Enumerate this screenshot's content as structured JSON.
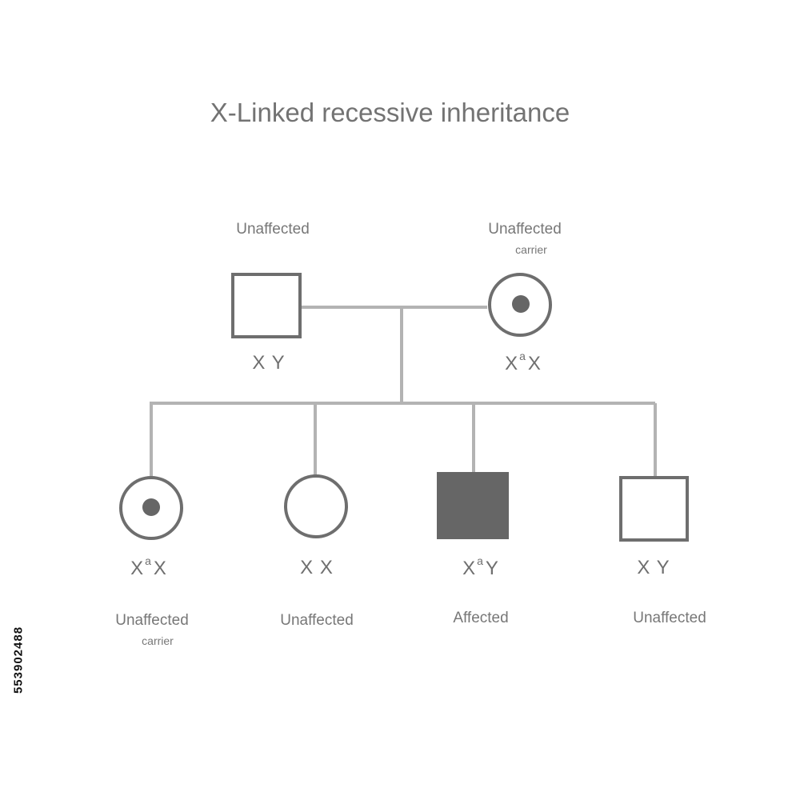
{
  "title": "X-Linked recessive inheritance",
  "colors": {
    "line": "#b3b3b3",
    "symbol": "#6e6e6e",
    "fill": "#666666",
    "text": "#777777"
  },
  "parents": {
    "father": {
      "status": "Unaffected",
      "note": "",
      "allele": "",
      "genotype_rest": "X  Y"
    },
    "mother": {
      "status": "Unaffected",
      "note": "carrier",
      "allele": "a",
      "genotype_rest": "X",
      "genotype_prefix": "X"
    }
  },
  "children": [
    {
      "sex": "female",
      "phenotype": "carrier",
      "prefix": "X",
      "allele": "a",
      "rest": "X",
      "status": "Unaffected",
      "note": "carrier"
    },
    {
      "sex": "female",
      "phenotype": "unaffected",
      "prefix": "X  X",
      "allele": "",
      "rest": "",
      "status": "Unaffected",
      "note": ""
    },
    {
      "sex": "male",
      "phenotype": "affected",
      "prefix": "X",
      "allele": "a",
      "rest": "Y",
      "status": "Affected",
      "note": ""
    },
    {
      "sex": "male",
      "phenotype": "unaffected",
      "prefix": "X  Y",
      "allele": "",
      "rest": "",
      "status": "Unaffected",
      "note": ""
    }
  ],
  "stock_id": "553902488"
}
